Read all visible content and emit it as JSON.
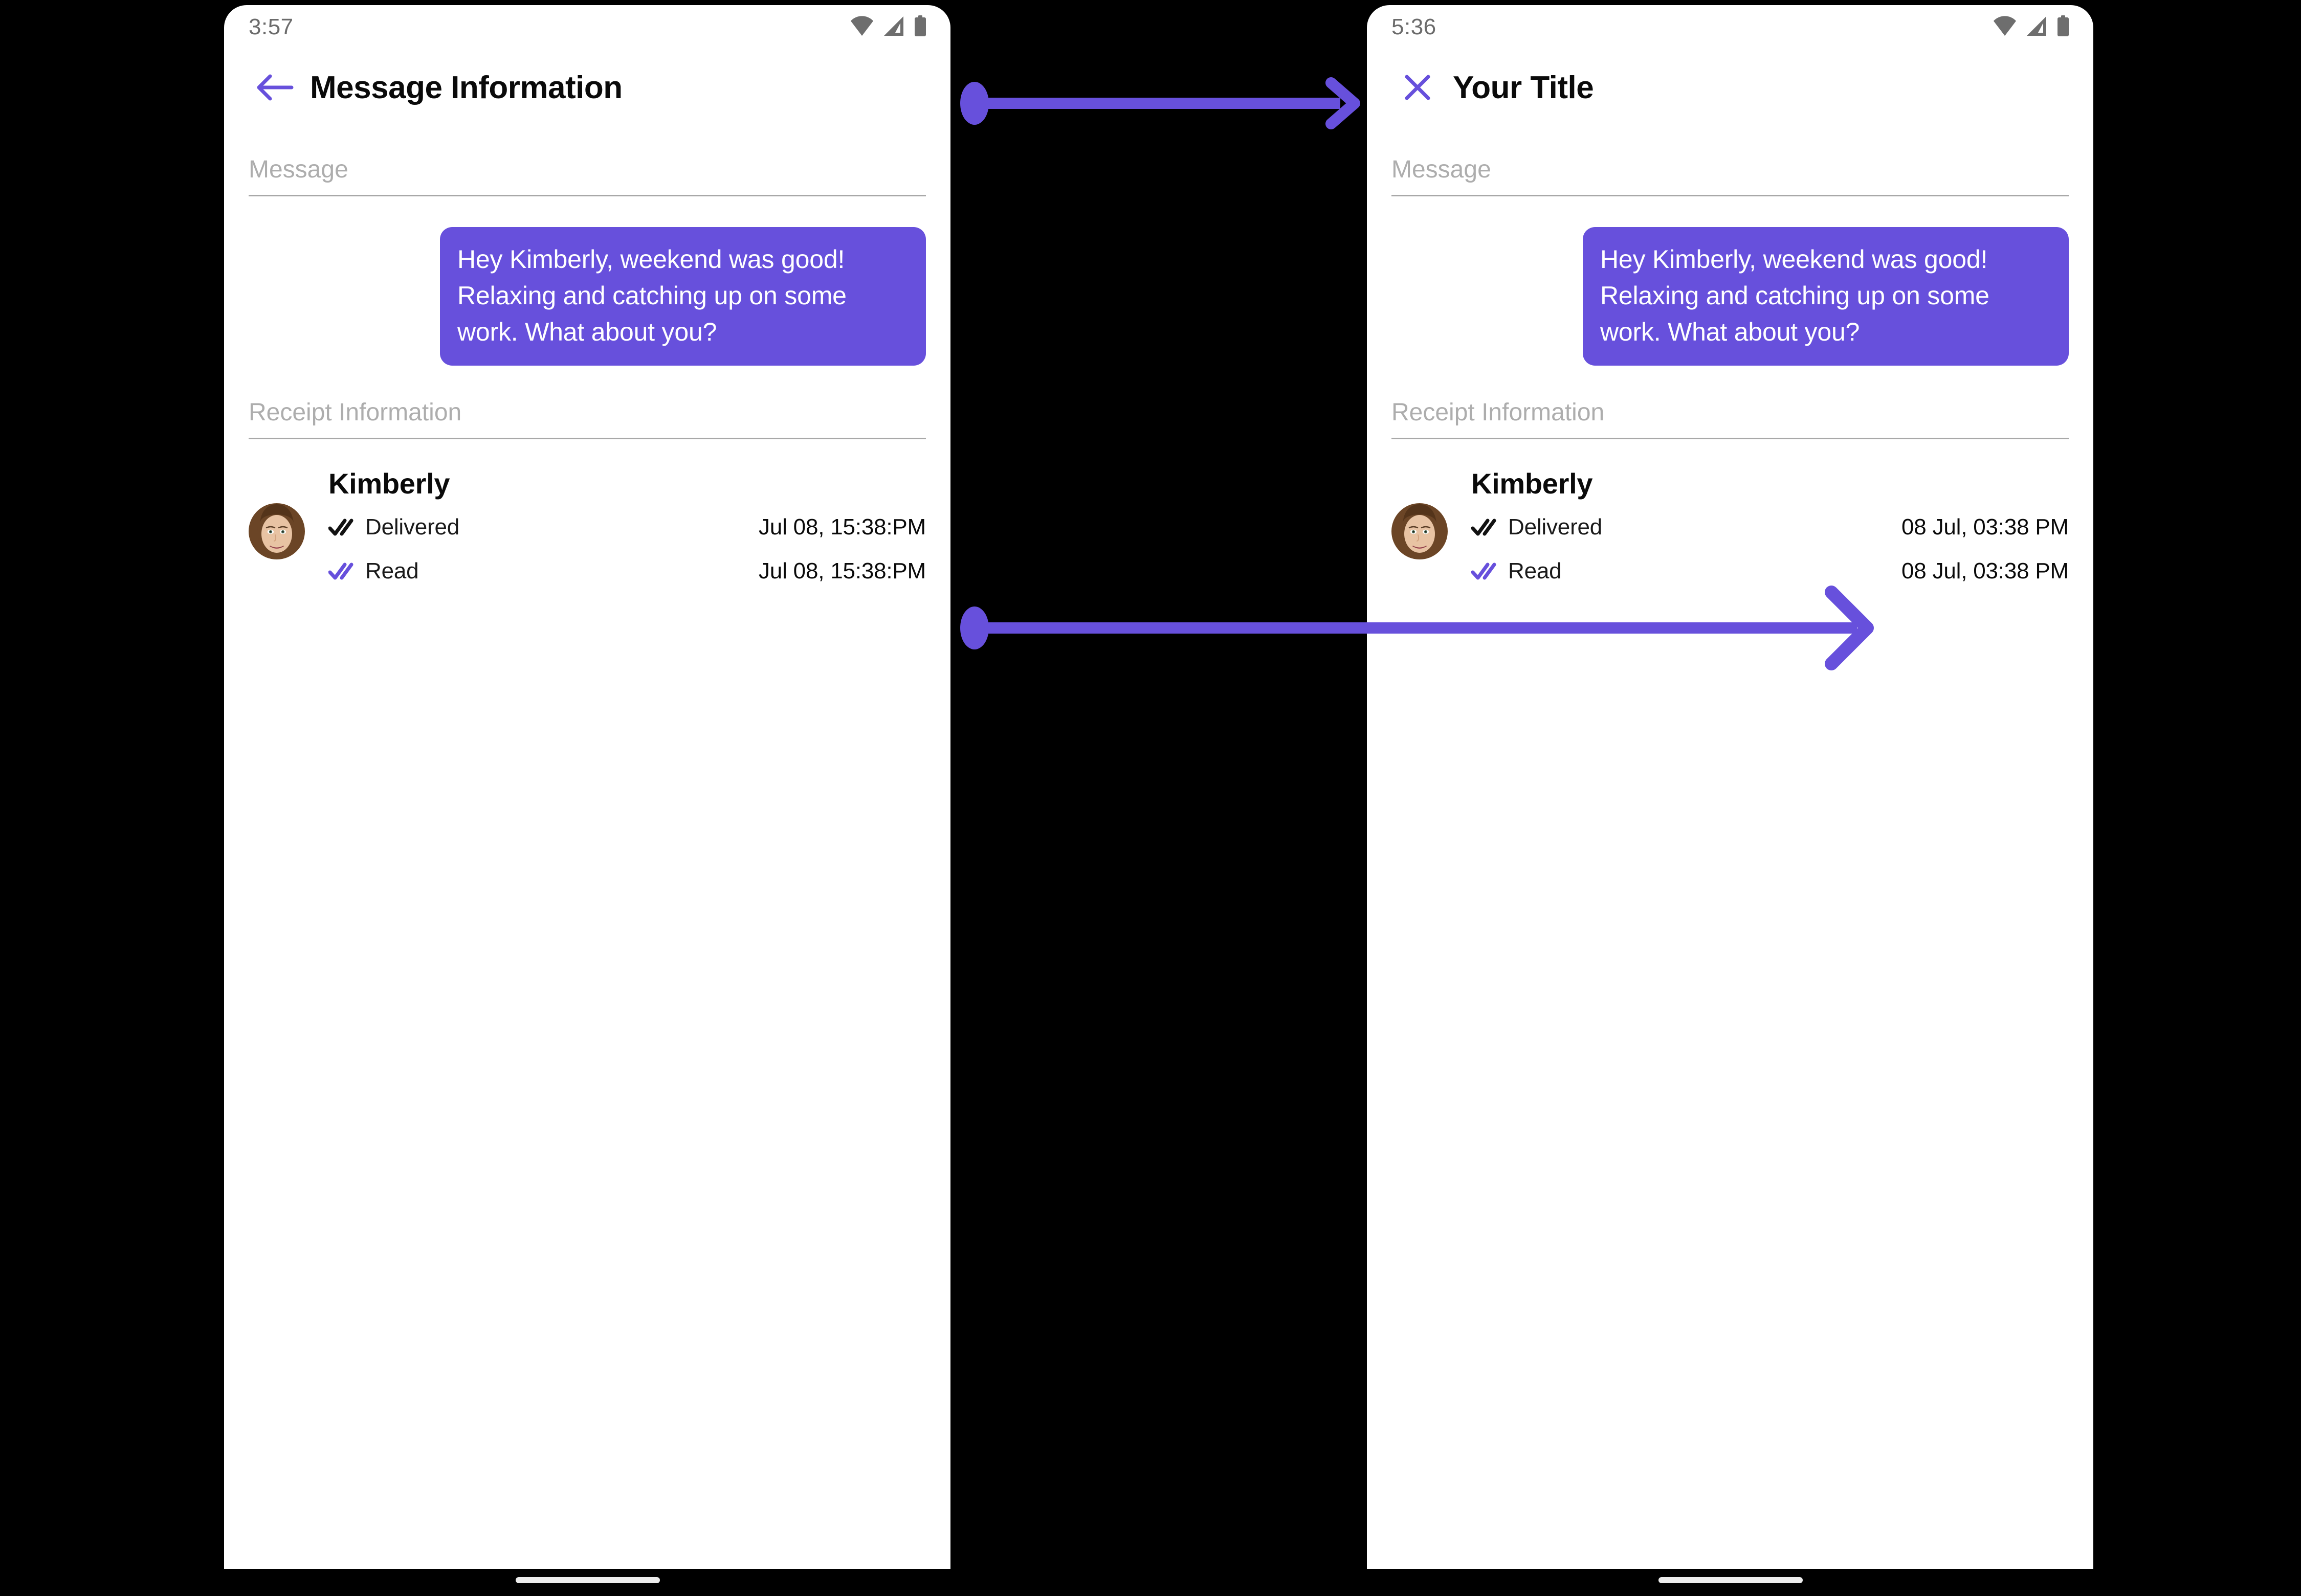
{
  "accent_color": "#6750DC",
  "bubble_color": "#6750DC",
  "label_color": "#adadad",
  "screens": [
    {
      "id": "before",
      "status": {
        "time": "3:57",
        "wifi": "wifi-icon",
        "signal": "signal-icon",
        "battery": "battery-icon"
      },
      "appbar": {
        "nav_icon": "back-arrow-icon",
        "title": "Message Information"
      },
      "message_section": {
        "label": "Message",
        "bubble_text": "Hey Kimberly, weekend was good!  Relaxing and catching up on some work.  What about you?"
      },
      "receipt_section": {
        "label": "Receipt Information",
        "contact_name": "Kimberly",
        "avatar": "contact-avatar-photo",
        "rows": [
          {
            "check_icon": "double-check-icon",
            "check_color": "#121212",
            "status": "Delivered",
            "time": "Jul 08, 15:38:PM"
          },
          {
            "check_icon": "double-check-icon",
            "check_color": "#6750DC",
            "status": "Read",
            "time": "Jul 08, 15:38:PM"
          }
        ]
      }
    },
    {
      "id": "after",
      "status": {
        "time": "5:36",
        "wifi": "wifi-icon",
        "signal": "signal-icon",
        "battery": "battery-icon"
      },
      "appbar": {
        "nav_icon": "close-x-icon",
        "title": "Your Title"
      },
      "message_section": {
        "label": "Message",
        "bubble_text": "Hey Kimberly, weekend was good!  Relaxing and catching up on some work.  What about you?"
      },
      "receipt_section": {
        "label": "Receipt Information",
        "contact_name": "Kimberly",
        "avatar": "contact-avatar-photo",
        "rows": [
          {
            "check_icon": "double-check-icon",
            "check_color": "#121212",
            "status": "Delivered",
            "time": "08 Jul, 03:38 PM"
          },
          {
            "check_icon": "double-check-icon",
            "check_color": "#6750DC",
            "status": "Read",
            "time": "08 Jul, 03:38 PM"
          }
        ]
      }
    }
  ],
  "annotations": [
    {
      "id": "title-change-arrow",
      "name": "annotation-arrow-title",
      "from": "appbar-title-left",
      "to": "appbar-title-right"
    },
    {
      "id": "time-format-arrow",
      "name": "annotation-arrow-timestamp",
      "from": "receipt-row-left",
      "to": "receipt-time-right"
    }
  ]
}
